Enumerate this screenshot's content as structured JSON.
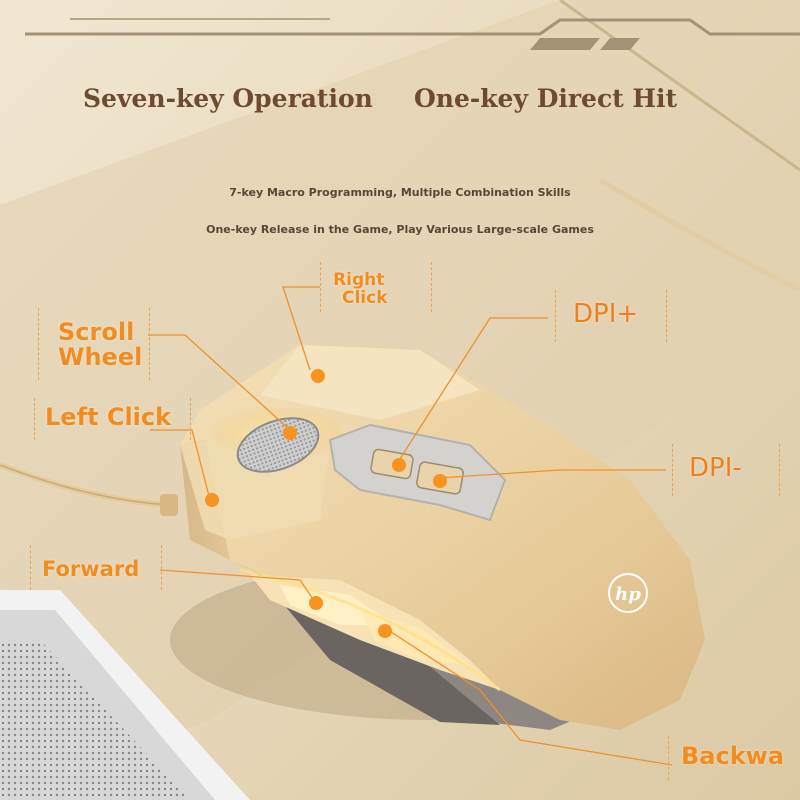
{
  "headlines": {
    "left": "Seven-key Operation",
    "right": "One-key Direct Hit"
  },
  "subtitles": {
    "line1": "7-key Macro Programming, Multiple Combination Skills",
    "line2": "One-key Release in the Game, Play Various Large-scale Games"
  },
  "callouts": {
    "right_click": [
      "Right",
      "Click"
    ],
    "scroll_wheel": [
      "Scroll",
      "Wheel"
    ],
    "left_click": "Left Click",
    "dpi_plus": "DPI+",
    "dpi_minus": "DPI-",
    "forward": "Forward",
    "backward": "Backwa"
  },
  "logo": "hp",
  "colors": {
    "accent": "#f28c1e",
    "headline": "#6e4a30",
    "mouse_body": "#ecd3a4",
    "background": "#e6d7b8"
  }
}
